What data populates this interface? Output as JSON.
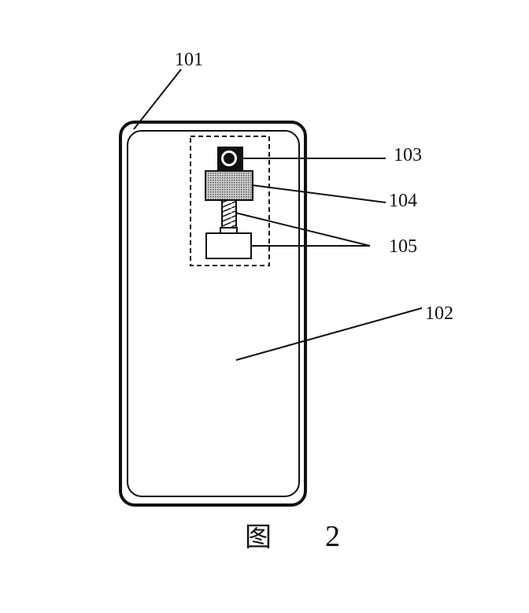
{
  "figure": {
    "labels": {
      "housing": "101",
      "screen": "102",
      "camera": "103",
      "module": "104",
      "connectors": "105"
    },
    "caption": {
      "prefix": "图",
      "number": "2"
    }
  },
  "colors": {
    "ink": "#111111",
    "hatch_fill": "#9a9a9a",
    "background": "#ffffff"
  }
}
